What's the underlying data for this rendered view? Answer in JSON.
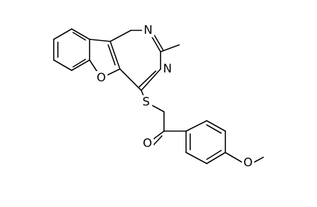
{
  "molecule": {
    "atoms": {
      "n_top": "N",
      "n_right": "N",
      "o_furan": "O",
      "s_thioether": "S",
      "o_carbonyl": "O",
      "o_methoxy": "O"
    }
  }
}
